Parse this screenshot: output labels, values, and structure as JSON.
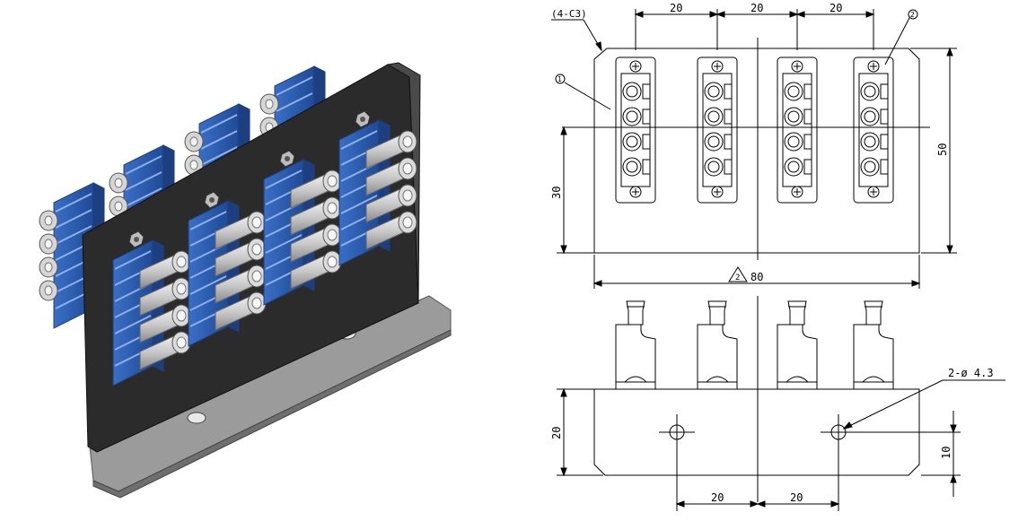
{
  "dimensions": {
    "top_pitch_1": "20",
    "top_pitch_2": "20",
    "top_pitch_3": "20",
    "chamfer": "(4-C3)",
    "height": "50",
    "center_height": "30",
    "width": "80",
    "revision_mark": "2",
    "hole_callout": "2-ø 4.3",
    "flange_height": "20",
    "hole_height": "10",
    "bottom_pitch_1": "20",
    "bottom_pitch_2": "20"
  },
  "balloons": {
    "part_1": "1",
    "part_2": "2"
  },
  "colors": {
    "adapter_blue": "#2f5fb0",
    "adapter_blue_dark": "#1d3f80",
    "plate_dark": "#2b2b2b",
    "bracket_gray": "#9a9a9a",
    "line": "#000000"
  }
}
